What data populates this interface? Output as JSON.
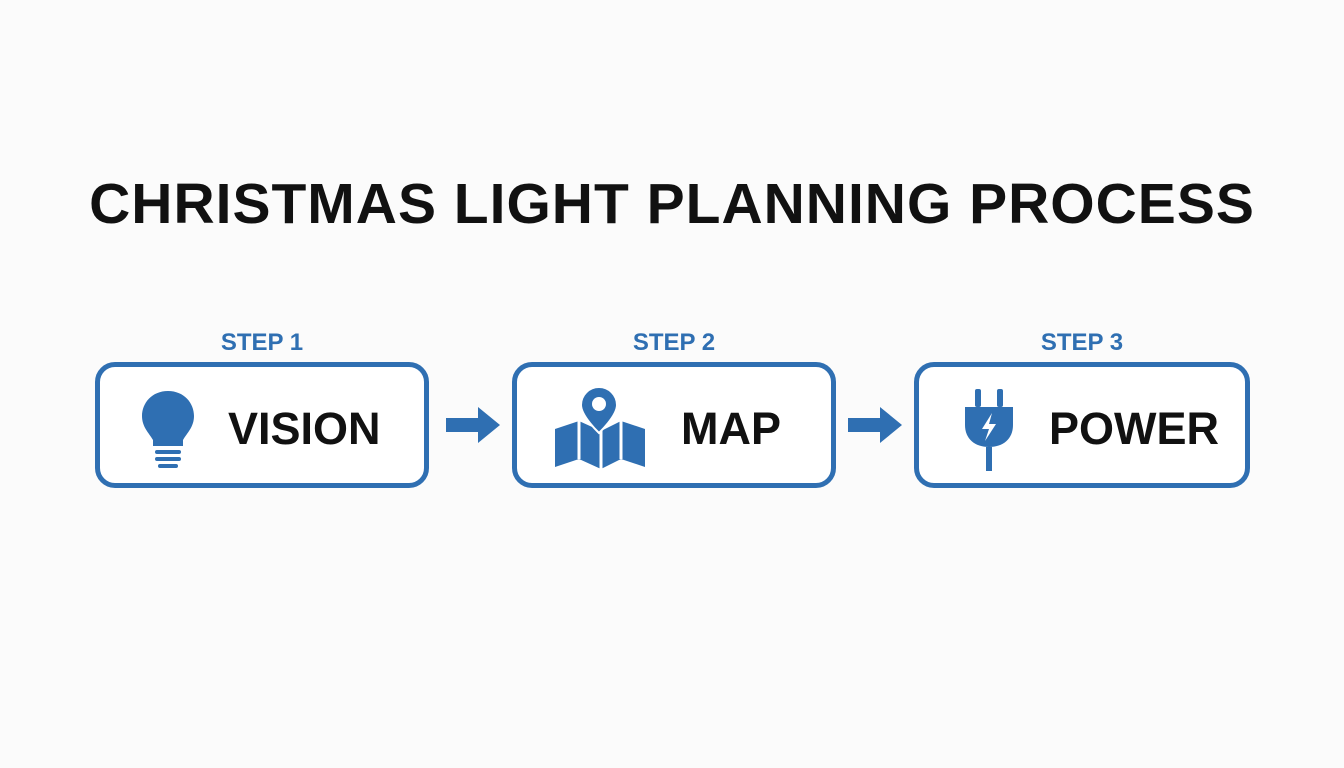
{
  "title": "CHRISTMAS LIGHT PLANNING PROCESS",
  "colors": {
    "accent": "#2f6fb2",
    "text": "#111111",
    "background": "#fbfbfb"
  },
  "steps": [
    {
      "label": "STEP 1",
      "name": "VISION",
      "icon": "lightbulb-icon"
    },
    {
      "label": "STEP 2",
      "name": "MAP",
      "icon": "map-pin-icon"
    },
    {
      "label": "STEP 3",
      "name": "POWER",
      "icon": "plug-icon"
    }
  ]
}
